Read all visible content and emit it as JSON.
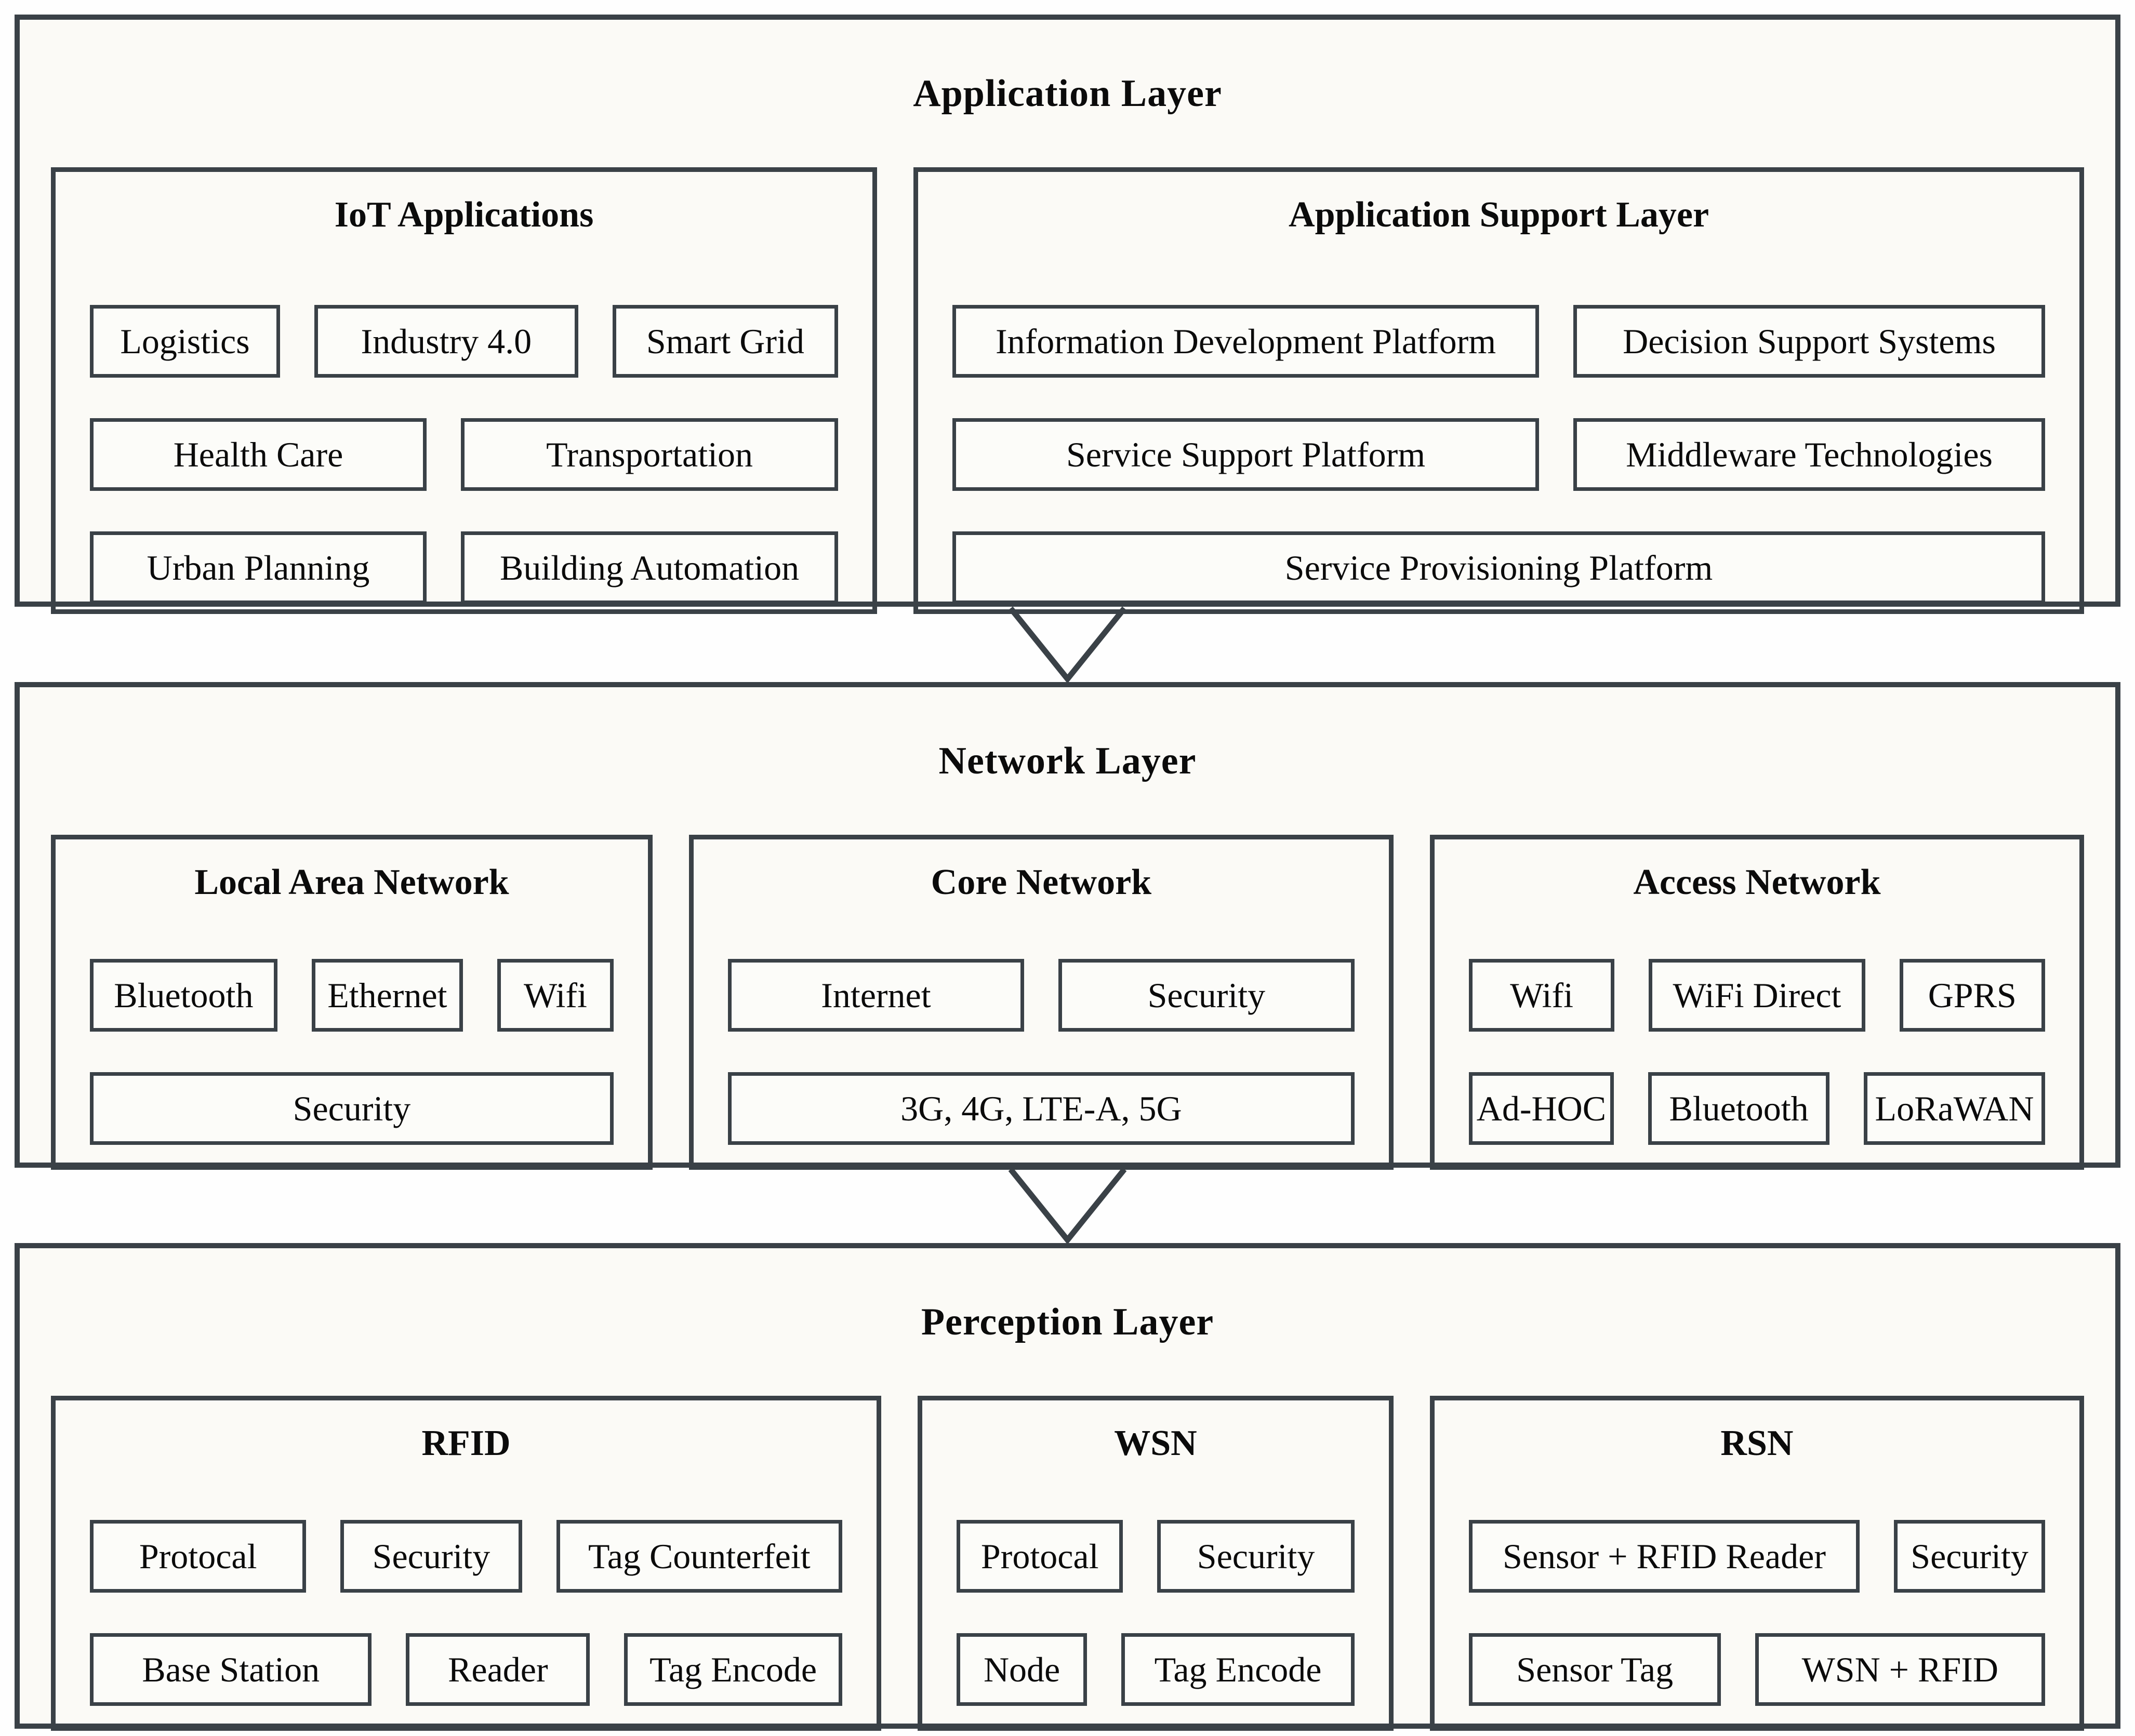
{
  "colors": {
    "border": "#3a4147",
    "layer_fill": "#fbfaf6",
    "cell_fill": "#fcfcf9",
    "text": "#0b0b0b",
    "page_bg": "#fefefe"
  },
  "arrow_icon": "chevron-down",
  "layers": [
    {
      "title": "Application Layer",
      "panels": [
        {
          "title": "IoT Applications",
          "rows": [
            [
              "Logistics",
              "Industry 4.0",
              "Smart Grid"
            ],
            [
              "Health Care",
              "Transportation"
            ],
            [
              "Urban Planning",
              "Building Automation"
            ]
          ]
        },
        {
          "title": "Application Support Layer",
          "rows": [
            [
              "Information Development Platform",
              "Decision Support Systems"
            ],
            [
              "Service Support Platform",
              "Middleware Technologies"
            ],
            [
              "Service Provisioning Platform"
            ]
          ]
        }
      ]
    },
    {
      "title": "Network Layer",
      "panels": [
        {
          "title": "Local Area Network",
          "rows": [
            [
              "Bluetooth",
              "Ethernet",
              "Wifi"
            ],
            [
              "Security"
            ]
          ]
        },
        {
          "title": "Core Network",
          "rows": [
            [
              "Internet",
              "Security"
            ],
            [
              "3G, 4G, LTE-A, 5G"
            ]
          ]
        },
        {
          "title": "Access Network",
          "rows": [
            [
              "Wifi",
              "WiFi Direct",
              "GPRS"
            ],
            [
              "Ad-HOC",
              "Bluetooth",
              "LoRaWAN"
            ]
          ]
        }
      ]
    },
    {
      "title": "Perception Layer",
      "panels": [
        {
          "title": "RFID",
          "rows": [
            [
              "Protocal",
              "Security",
              "Tag Counterfeit"
            ],
            [
              "Base Station",
              "Reader",
              "Tag Encode"
            ]
          ]
        },
        {
          "title": "WSN",
          "rows": [
            [
              "Protocal",
              "Security"
            ],
            [
              "Node",
              "Tag Encode"
            ]
          ]
        },
        {
          "title": "RSN",
          "rows": [
            [
              "Sensor + RFID Reader",
              "Security"
            ],
            [
              "Sensor Tag",
              "WSN + RFID"
            ]
          ]
        }
      ]
    }
  ]
}
